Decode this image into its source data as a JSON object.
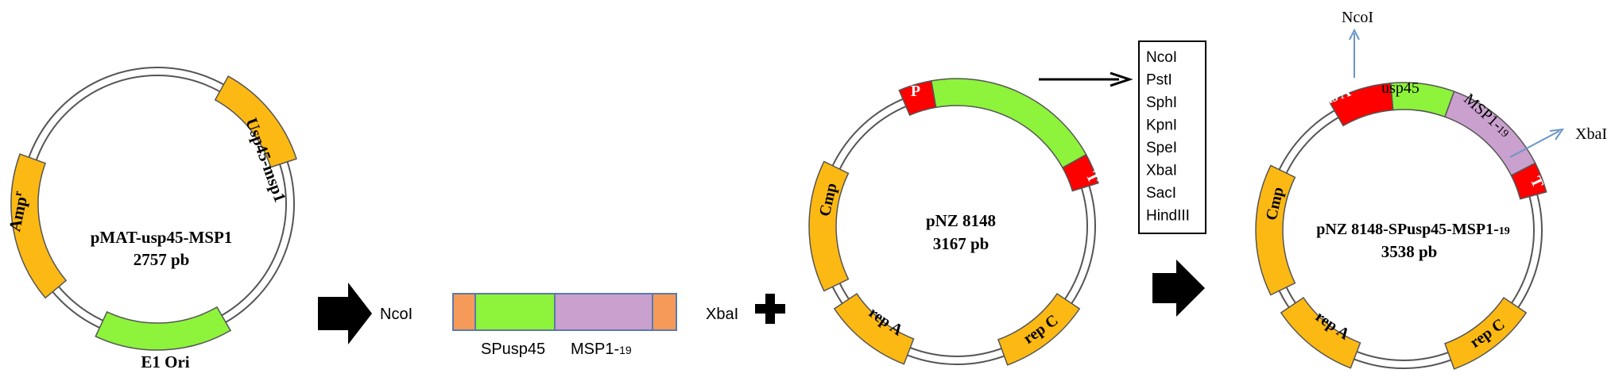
{
  "colors": {
    "orange": "#FDB913",
    "lilac": "#C9A0CE",
    "green": "#8EF33B",
    "red": "#FF0000",
    "salmon": "#F69A59",
    "arrow_blue": "#6A96C6",
    "outline": "#555555",
    "black": "#000000"
  },
  "plasmid1": {
    "name": "pMAT-usp45-MSP1",
    "size": "2757 pb",
    "segments": {
      "amp_main": "Amp",
      "amp_sup": "r",
      "usp45_msp1": "Usp45-msp1",
      "e1_ori": "E1 Ori"
    }
  },
  "arrow1": {
    "enzyme": "NcoI"
  },
  "insert": {
    "right_enzyme": "XbaI",
    "label_left": "SPusp45",
    "label_right_main": "MSP1-",
    "label_right_sub": "19"
  },
  "plus_icon": "plus-sign",
  "plasmid2": {
    "name": "pNZ 8148",
    "size": "3167 pb",
    "segments": {
      "promoter": "P",
      "terminator": "T",
      "cmp": "Cmp",
      "rep_a": "rep A",
      "rep_c": "rep C"
    }
  },
  "mcs": [
    "NcoI",
    "PstI",
    "SphI",
    "KpnI",
    "SpeI",
    "XbaI",
    "SacI",
    "HindIII"
  ],
  "plasmid3": {
    "name_main": "pNZ 8148-SPusp45-MSP1-",
    "name_sub": "19",
    "size": "3538 pb",
    "top_enzyme": "NcoI",
    "right_enzyme": "XbaI",
    "segments": {
      "pnis": "Pnis A",
      "usp45": "usp45",
      "msp_main": "MSP1-",
      "msp_sub": "19",
      "terminator": "T",
      "cmp": "Cmp",
      "rep_a": "rep A",
      "rep_c": "rep C"
    }
  }
}
